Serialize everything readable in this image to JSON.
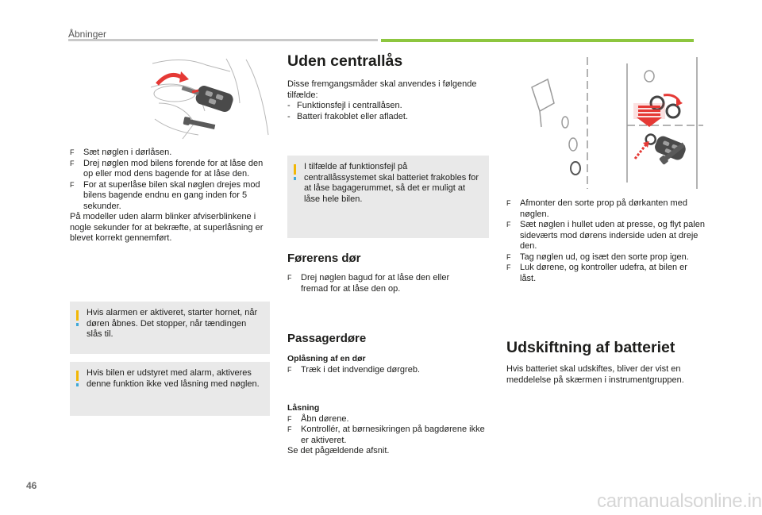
{
  "header": {
    "section": "Åbninger"
  },
  "footer": {
    "page_number": "46",
    "watermark": "carmanualsonline.info"
  },
  "colors": {
    "accent_green": "#8dc63f",
    "note_bar_yellow": "#f2b705",
    "note_bar_blue": "#3fa8d8",
    "arrow_red": "#e53935"
  },
  "col1": {
    "bullets": [
      "Sæt nøglen i dørlåsen.",
      "Drej nøglen mod bilens forende for at låse den op eller mod dens bagende for at låse den.",
      "For at superlåse bilen skal nøglen drejes mod bilens bagende endnu en gang inden for 5 sekunder."
    ],
    "paragraph": "På modeller uden alarm blinker afviserblinkene i nogle sekunder for at bekræfte, at superlåsning er blevet korrekt gennemført.",
    "note1": "Hvis alarmen er aktiveret, starter hornet, når døren åbnes. Det stopper, når tændingen slås til.",
    "note2": "Hvis bilen er udstyret med alarm, aktiveres denne funktion ikke ved låsning med nøglen."
  },
  "col2": {
    "title": "Uden centrallås",
    "intro": "Disse fremgangsmåder skal anvendes i følgende tilfælde:",
    "dash_items": [
      "Funktionsfejl i centrallåsen.",
      "Batteri frakoblet eller afladet."
    ],
    "note": "I tilfælde af funktionsfejl på centrallåssystemet skal batteriet frakobles for at låse bagagerummet, så det er muligt at låse hele bilen.",
    "driver_door": {
      "title": "Førerens dør",
      "bullet": "Drej nøglen bagud for at låse den eller fremad for at låse den op."
    },
    "passenger": {
      "title": "Passagerdøre",
      "unlock_title": "Oplåsning af en dør",
      "unlock_bullet": "Træk i det indvendige dørgreb.",
      "lock_title": "Låsning",
      "lock_bullets": [
        "Åbn dørene.",
        "Kontrollér, at børnesikringen på bagdørene ikke er aktiveret."
      ],
      "see_also": "Se det pågældende afsnit."
    }
  },
  "col3": {
    "bullets": [
      "Afmonter den sorte prop på dørkanten med nøglen.",
      "Sæt nøglen i hullet uden at presse, og flyt palen sideværts mod dørens inderside uden at dreje den.",
      "Tag nøglen ud, og isæt den sorte prop igen.",
      "Luk dørene, og kontroller udefra, at bilen er låst."
    ],
    "battery_title": "Udskiftning af batteriet",
    "battery_text": "Hvis batteriet skal udskiftes, bliver der vist en meddelelse på skærmen i instrumentgruppen."
  },
  "bullet_glyph": "F",
  "dash_glyph": "-"
}
